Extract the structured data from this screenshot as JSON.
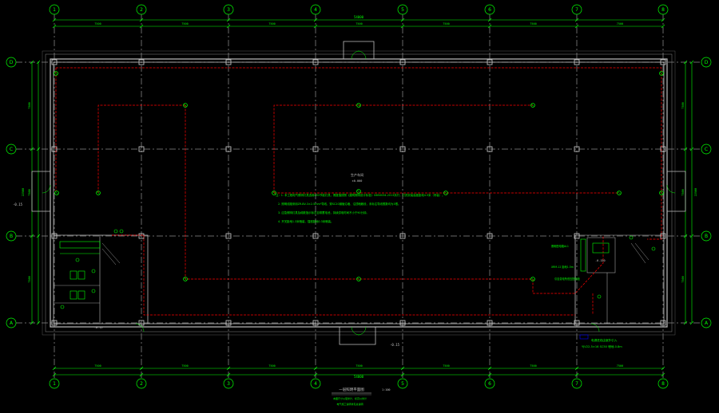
{
  "drawing": {
    "grid_columns": [
      "1",
      "2",
      "3",
      "4",
      "5",
      "6",
      "7",
      "8"
    ],
    "grid_rows": [
      "D",
      "C",
      "B",
      "A"
    ],
    "top_overall_dim": "54000",
    "bottom_overall_dim": "54000",
    "top_bay_dims": [
      "7500",
      "7500",
      "7500",
      "7500",
      "7500",
      "7500",
      "7500"
    ],
    "bottom_bay_dims": [
      "7500",
      "7500",
      "7500",
      "7500",
      "7500",
      "7500",
      "7500"
    ],
    "left_row_dims": [
      "7500",
      "7500",
      "7500"
    ],
    "right_row_dims": [
      "7500",
      "7500",
      "7500"
    ],
    "left_overall_dim": "22500",
    "right_overall_dim": "22500",
    "room_label": "生产车间",
    "room_elevation": "±0.000",
    "elevation_left": "-0.15",
    "elevation_bottom": "-0.15",
    "elevation_office": "-0.150",
    "bottom_small_label": "-0.15",
    "notes": [
      "注：1. 本工程电气照明灯具选用LED节能灯具，照度值按照《建筑照明设计标准》GB50034-2013执行，灯具安装高度距地4.5米（吊装）。",
      "2. 照明线路采用ZR-BV-3×2.5mm²导线，穿SC20钢管沿墙、沿顶暗敷设，未标注导线根数均为3根。",
      "3. 应急照明灯具及疏散指示标志自带蓄电池，持续供电时间不小于90分钟。",
      "4. 开关距地1.3米暗装，插座距地0.3米暗装。"
    ],
    "panel_label_1": "照明配电箱AL1",
    "panel_label_2": "XRM-12 距地1.5m",
    "panel_label_3": "引自变电所低压配电柜",
    "feeder_label_1": "电源进线由室外引入",
    "feeder_label_2": "YJV22-5×16 SC50 埋地-0.8m",
    "title": "一层照明平面图",
    "title_scale": "1:100",
    "subtitle_1": "本图尺寸以毫米计，标高以米计",
    "subtitle_2": "电气施工说明详见总说明"
  },
  "colors": {
    "background": "#000000",
    "grid_line": "#ffffff",
    "annotation": "#00ff00",
    "wiring": "#ff0000",
    "wall": "#bfbfbf",
    "accent": "#0000ff"
  }
}
